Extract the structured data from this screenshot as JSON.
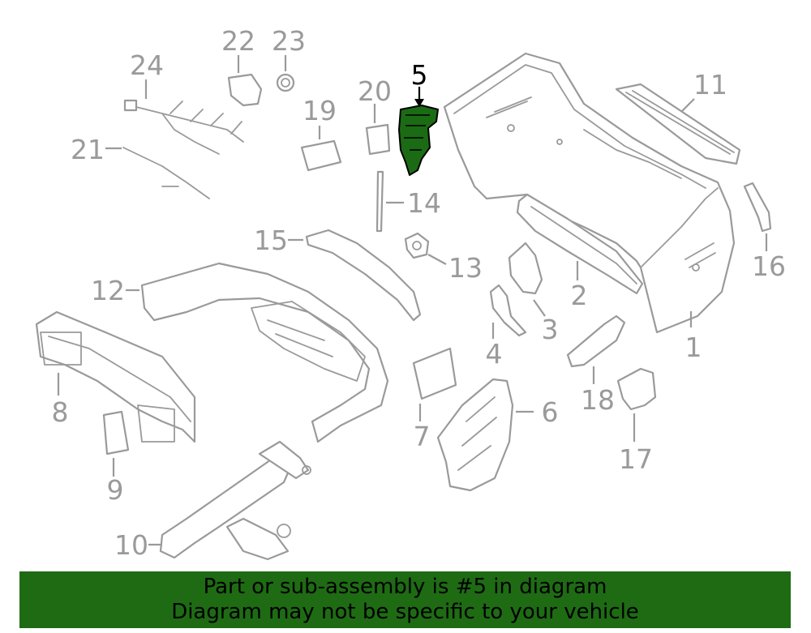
{
  "callouts": {
    "c1": "1",
    "c2": "2",
    "c3": "3",
    "c4": "4",
    "c5": "5",
    "c6": "6",
    "c7": "7",
    "c8": "8",
    "c9": "9",
    "c10": "10",
    "c11": "11",
    "c12": "12",
    "c13": "13",
    "c14": "14",
    "c15": "15",
    "c16": "16",
    "c17": "17",
    "c18": "18",
    "c19": "19",
    "c20": "20",
    "c21": "21",
    "c22": "22",
    "c23": "23",
    "c24": "24"
  },
  "highlighted_part": "5",
  "colors": {
    "highlight": "#1b6b14",
    "banner": "#1e6b14",
    "line_art": "#9a9a9a"
  },
  "banner": {
    "line1": "Part or sub-assembly is #5 in diagram",
    "line2": "Diagram may not be specific to your vehicle"
  }
}
